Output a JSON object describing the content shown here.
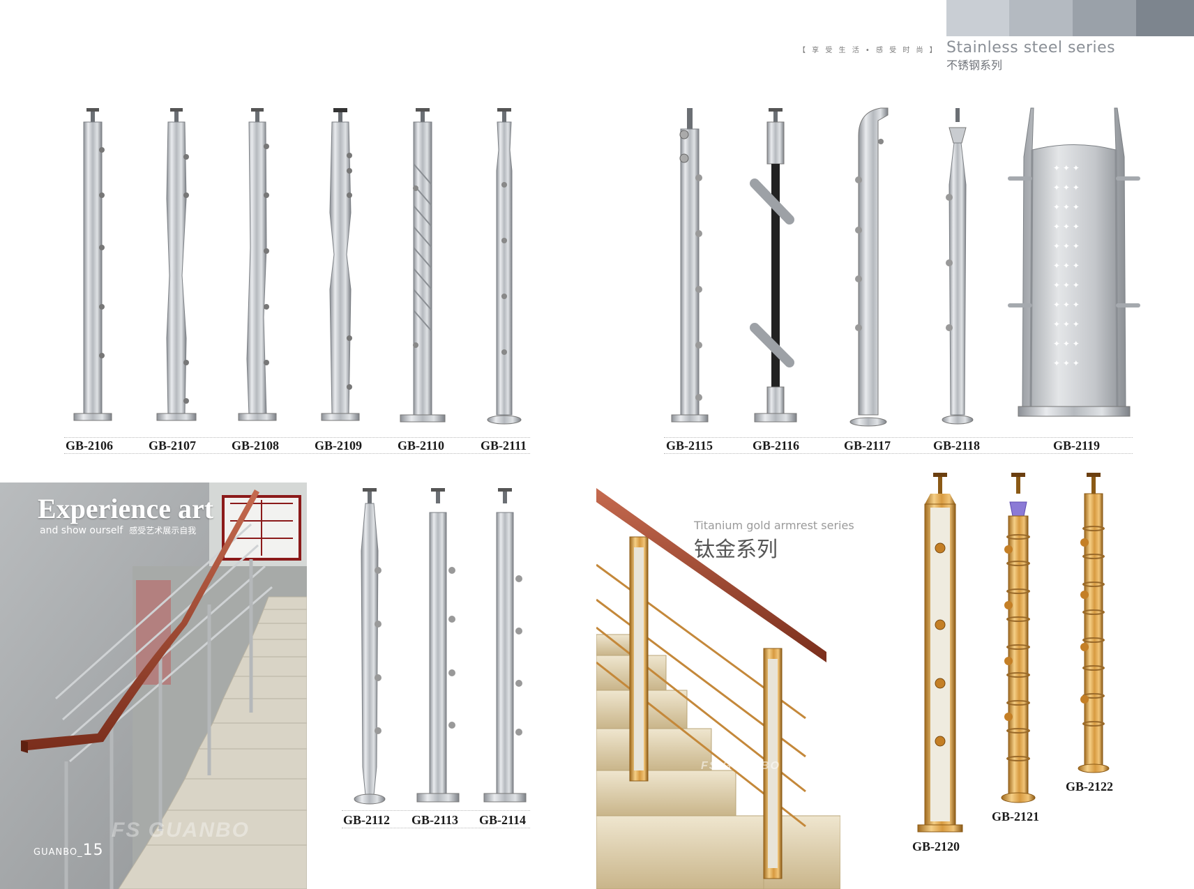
{
  "header": {
    "tagline": "【 享 受 生 活 • 感 受 时 尚 】",
    "series_en": "Stainless steel series",
    "series_cn": "不锈钢系列",
    "swatch_colors": [
      "#c9ced4",
      "#b4bac1",
      "#9aa1a9",
      "#7d858e"
    ]
  },
  "products_top_left": [
    "GB-2106",
    "GB-2107",
    "GB-2108",
    "GB-2109",
    "GB-2110",
    "GB-2111"
  ],
  "products_top_right": [
    "GB-2115",
    "GB-2116",
    "GB-2117",
    "GB-2118",
    "GB-2119"
  ],
  "products_middle": [
    "GB-2112",
    "GB-2113",
    "GB-2114"
  ],
  "products_gold": [
    "GB-2120",
    "GB-2121",
    "GB-2122"
  ],
  "experience": {
    "title": "Experience art",
    "subtitle": "and show ourself",
    "subtitle_cn": "感受艺术展示自我",
    "watermark": "FS GUANBO",
    "page_label": "GUANBO_",
    "page_number": "15"
  },
  "titanium": {
    "title_en": "Titanium gold armrest series",
    "title_cn": "钛金系列",
    "watermark": "FS GUANBO"
  }
}
